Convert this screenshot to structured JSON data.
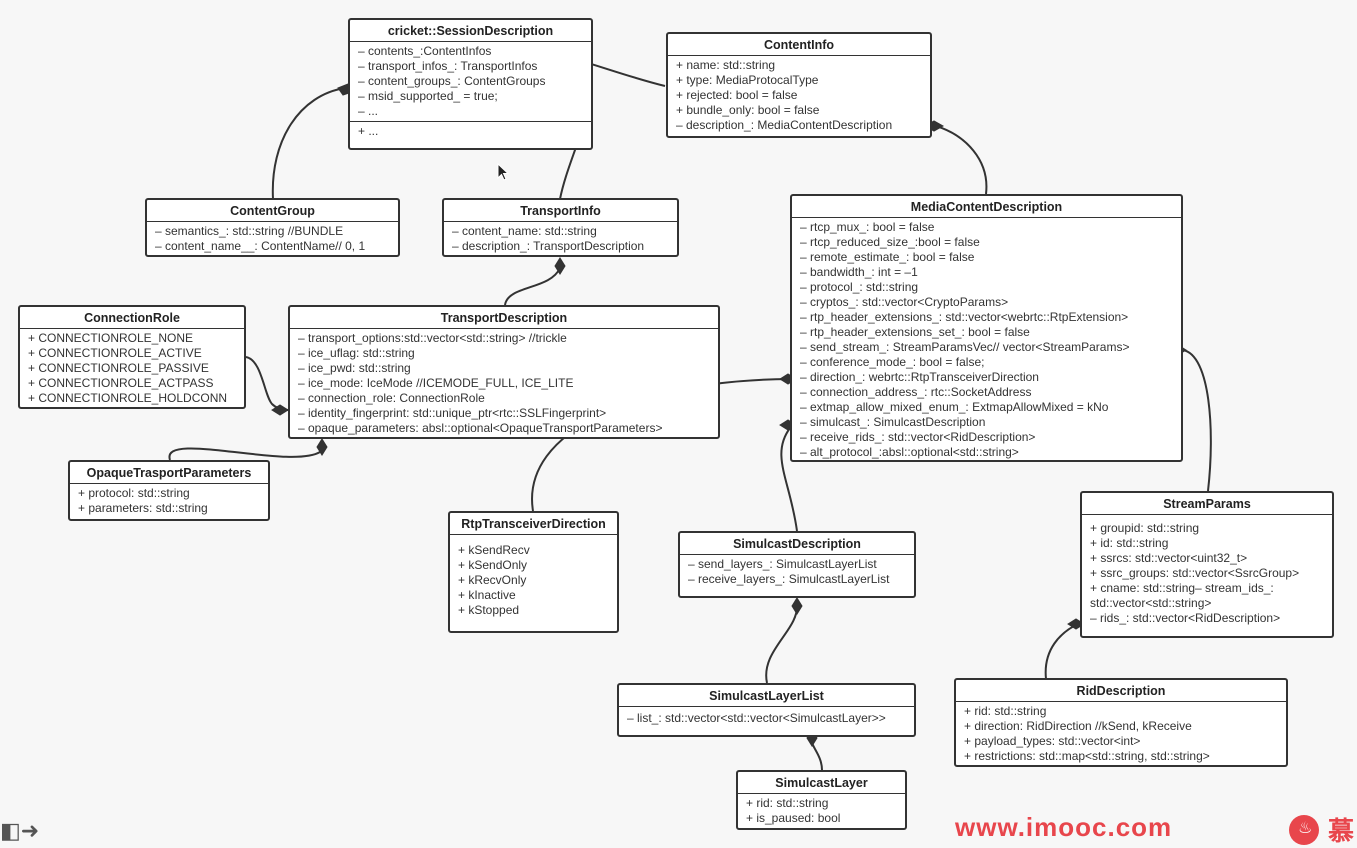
{
  "classes": {
    "session": {
      "title": "cricket::SessionDescription",
      "fields": [
        "– contents_:ContentInfos",
        "– transport_infos_: TransportInfos",
        "– content_groups_: ContentGroups",
        "– msid_supported_ = true;",
        "– ..."
      ],
      "methods": [
        "+ ..."
      ]
    },
    "contentinfo": {
      "title": "ContentInfo",
      "fields": [
        "+ name: std::string",
        "+ type: MediaProtocalType",
        "+ rejected: bool = false",
        "+ bundle_only: bool = false",
        "– description_: MediaContentDescription"
      ]
    },
    "contentgroup": {
      "title": "ContentGroup",
      "fields": [
        "– semantics_: std::string //BUNDLE",
        "– content_name__: ContentName// 0, 1"
      ]
    },
    "transportinfo": {
      "title": "TransportInfo",
      "fields": [
        "– content_name: std::string",
        "– description_: TransportDescription"
      ]
    },
    "mediacontent": {
      "title": "MediaContentDescription",
      "fields": [
        "– rtcp_mux_: bool = false",
        "– rtcp_reduced_size_:bool = false",
        "– remote_estimate_: bool = false",
        "– bandwidth_: int = –1",
        "– protocol_: std::string",
        "– cryptos_: std::vector<CryptoParams>",
        "– rtp_header_extensions_: std::vector<webrtc::RtpExtension>",
        "– rtp_header_extensions_set_: bool = false",
        "– send_stream_: StreamParamsVec// vector<StreamParams>",
        "– conference_mode_: bool = false;",
        "– direction_: webrtc::RtpTransceiverDirection",
        "– connection_address_: rtc::SocketAddress",
        "– extmap_allow_mixed_enum_: ExtmapAllowMixed = kNo",
        "– simulcast_: SimulcastDescription",
        "– receive_rids_: std::vector<RidDescription>",
        "– alt_protocol_:absl::optional<std::string>"
      ]
    },
    "connectionrole": {
      "title": "ConnectionRole",
      "fields": [
        "+ CONNECTIONROLE_NONE",
        "+ CONNECTIONROLE_ACTIVE",
        "+ CONNECTIONROLE_PASSIVE",
        "+ CONNECTIONROLE_ACTPASS",
        "+ CONNECTIONROLE_HOLDCONN"
      ]
    },
    "transportdesc": {
      "title": "TransportDescription",
      "fields": [
        "– transport_options:std::vector<std::string> //trickle",
        "– ice_uflag: std::string",
        "– ice_pwd: std::string",
        "– ice_mode: IceMode //ICEMODE_FULL, ICE_LITE",
        "– connection_role: ConnectionRole",
        "– identity_fingerprint: std::unique_ptr<rtc::SSLFingerprint>",
        "– opaque_parameters: absl::optional<OpaqueTransportParameters>"
      ]
    },
    "opaque": {
      "title": "OpaqueTrasportParameters",
      "fields": [
        "+ protocol: std::string",
        "+ parameters: std::string"
      ]
    },
    "rtpdir": {
      "title": "RtpTransceiverDirection",
      "fields": [
        "+ kSendRecv",
        "+ kSendOnly",
        "+ kRecvOnly",
        "+ kInactive",
        "+ kStopped"
      ]
    },
    "simulcastdesc": {
      "title": "SimulcastDescription",
      "fields": [
        "– send_layers_: SimulcastLayerList",
        "– receive_layers_: SimulcastLayerList"
      ]
    },
    "streamparams": {
      "title": "StreamParams",
      "fields": [
        "+ groupid: std::string",
        "+ id:  std::string",
        "+ ssrcs: std::vector<uint32_t>",
        "+ ssrc_groups: std::vector<SsrcGroup>",
        "+ cname: std::string– stream_ids_:",
        "std::vector<std::string>",
        "– rids_: std::vector<RidDescription>"
      ]
    },
    "layerlist": {
      "title": "SimulcastLayerList",
      "fields": [
        "– list_: std::vector<std::vector<SimulcastLayer>>"
      ]
    },
    "riddesc": {
      "title": "RidDescription",
      "fields": [
        "+ rid: std::string",
        "+ direction: RidDirection //kSend, kReceive",
        "+ payload_types: std::vector<int>",
        "+ restrictions: std::map<std::string, std::string>"
      ]
    },
    "layer": {
      "title": "SimulcastLayer",
      "fields": [
        "+ rid: std::string",
        "+ is_paused: bool"
      ]
    }
  },
  "watermark": "www.imooc.com",
  "logo_char": "慕",
  "colors": {
    "line": "#333333",
    "accent": "#e8464c",
    "background": "#f7f7f7"
  },
  "icons": {
    "cursor": "arrow-cursor-icon",
    "nav": "nav-arrows-icon",
    "logo": "imooc-flame-icon"
  }
}
